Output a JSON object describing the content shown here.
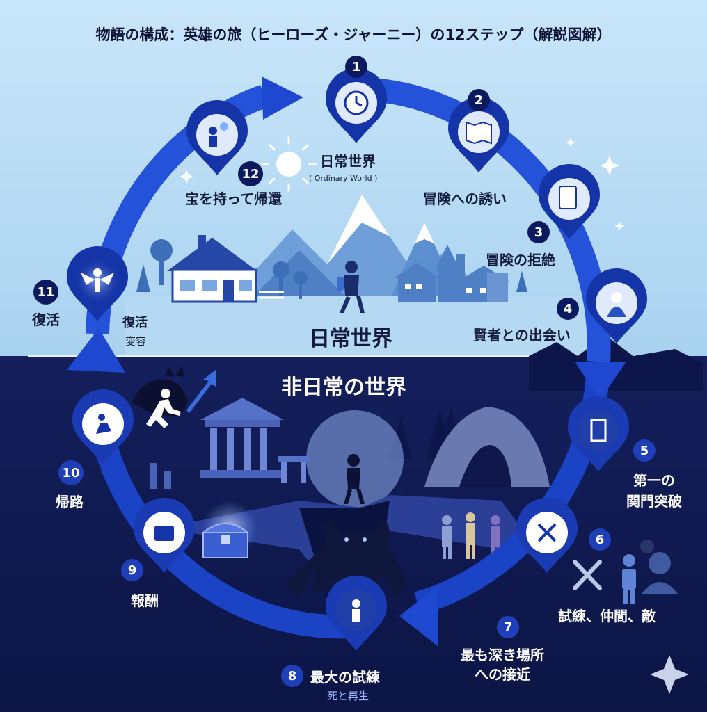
{
  "title": "物語の構成：英雄の旅（ヒーローズ・ジャーニー）の12ステップ（解説図解）",
  "worlds": {
    "ordinary": "日常世界",
    "special": "非日常の世界"
  },
  "steps": [
    {
      "num": "1",
      "label": "日常世界",
      "sub": "( Ordinary World )",
      "icon": "clock-gear-icon"
    },
    {
      "num": "2",
      "label": "冒険への誘い",
      "icon": "map-icon"
    },
    {
      "num": "3",
      "label": "冒険の拒絶",
      "icon": "scroll-hand-icon"
    },
    {
      "num": "4",
      "label": "賢者との出会い",
      "icon": "wise-mentor-icon"
    },
    {
      "num": "5",
      "label": "第一の\n関門突破",
      "icon": "door-icon"
    },
    {
      "num": "6",
      "label": "試練、仲間、敵",
      "icon": "crossed-swords-icon"
    },
    {
      "num": "7",
      "label": "最も深き場所\nへの接近",
      "icon": "descent-icon"
    },
    {
      "num": "8",
      "label": "最大の試練",
      "sub": "死と再生",
      "icon": "ordeal-figure-icon"
    },
    {
      "num": "9",
      "label": "報酬",
      "icon": "treasure-chest-icon"
    },
    {
      "num": "10",
      "label": "帰路",
      "icon": "running-arrow-icon"
    },
    {
      "num": "11",
      "label": "復活",
      "icon": "winged-figure-icon"
    },
    {
      "num": "12",
      "label": "宝を持って帰還",
      "icon": "holding-elixir-icon"
    }
  ],
  "resurrection_note": {
    "label": "復活",
    "sub": "変容"
  },
  "colors": {
    "sky": "#bfe0f7",
    "night": "#101a4f",
    "ring": "#1d46c9",
    "pin": "#1434a8",
    "badge_dark": "#0b1a5e"
  }
}
